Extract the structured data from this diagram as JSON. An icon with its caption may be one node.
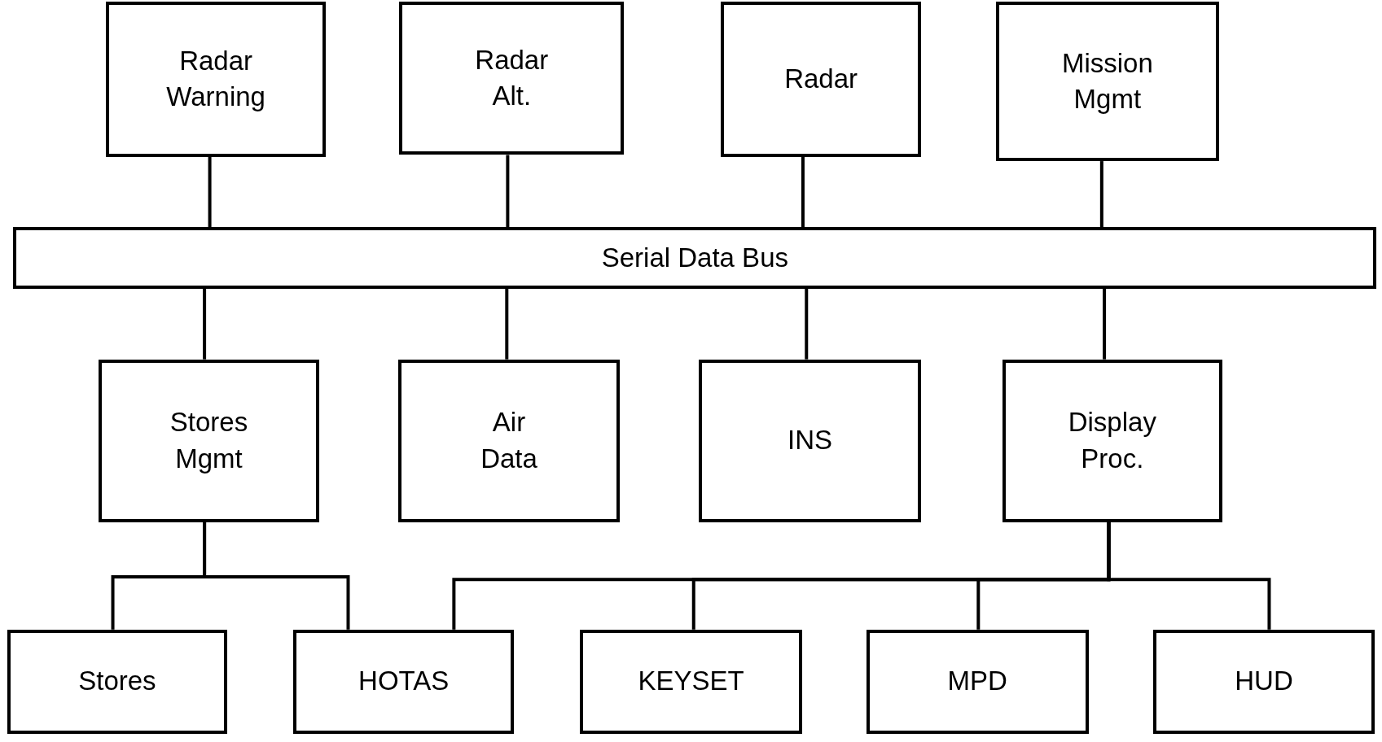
{
  "diagram": {
    "nodes": [
      {
        "text": [
          "Radar Warning"
        ]
      },
      {
        "text": [
          "Radar Alt."
        ]
      },
      {
        "text": [
          "Radar"
        ]
      },
      {
        "text": [
          "Mission Mgmt"
        ]
      },
      {
        "text": [
          "Serial Data Bus"
        ]
      },
      {
        "text": [
          "Stores Mgmt"
        ]
      },
      {
        "text": [
          "Air Data"
        ]
      },
      {
        "text": [
          "INS"
        ]
      },
      {
        "text": [
          "Display Proc."
        ]
      },
      {
        "text": [
          "Stores"
        ]
      },
      {
        "text": [
          "HOTAS"
        ]
      },
      {
        "text": [
          "KEYSET"
        ]
      },
      {
        "text": [
          "MPD"
        ]
      },
      {
        "text": [
          "HUD"
        ]
      }
    ],
    "edges": [
      {
        "from": 0,
        "to": 4,
        "arrow": "none"
      },
      {
        "from": 1,
        "to": 4,
        "arrow": "none"
      },
      {
        "from": 2,
        "to": 4,
        "arrow": "none"
      },
      {
        "from": 3,
        "to": 4,
        "arrow": "none"
      },
      {
        "from": 4,
        "to": 5,
        "arrow": "none"
      },
      {
        "from": 4,
        "to": 6,
        "arrow": "none"
      },
      {
        "from": 4,
        "to": 7,
        "arrow": "none"
      },
      {
        "from": 4,
        "to": 8,
        "arrow": "none"
      },
      {
        "from": 5,
        "to": 9,
        "arrow": "none"
      },
      {
        "from": 5,
        "to": 10,
        "arrow": "none"
      },
      {
        "from": 8,
        "to": 10,
        "arrow": "none"
      },
      {
        "from": 8,
        "to": 11,
        "arrow": "none"
      },
      {
        "from": 8,
        "to": 12,
        "arrow": "none"
      },
      {
        "from": 8,
        "to": 13,
        "arrow": "none"
      }
    ]
  }
}
